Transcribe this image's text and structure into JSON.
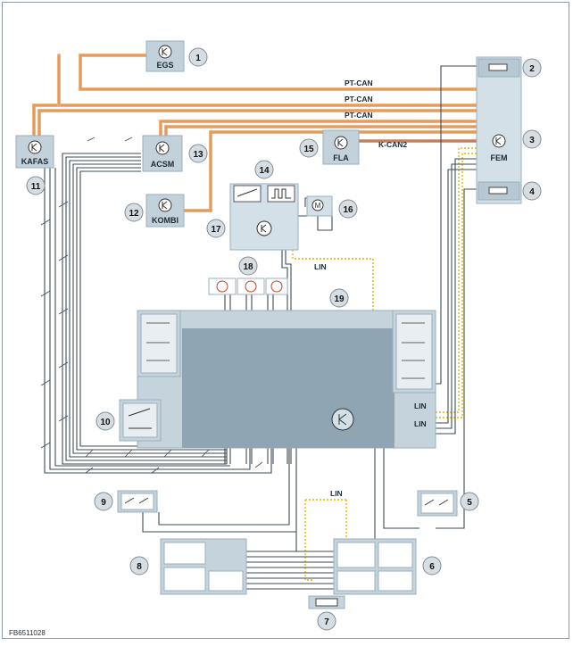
{
  "figure_code": "FB6511028",
  "buses": {
    "ptcan": "PT-CAN",
    "kcan2": "K-CAN2",
    "lin": "LIN"
  },
  "components": {
    "egs": "EGS",
    "kafas": "KAFAS",
    "acsm": "ACSM",
    "kombi": "KOMBI",
    "fla": "FLA",
    "fem": "FEM"
  },
  "callouts": [
    "1",
    "2",
    "3",
    "4",
    "5",
    "6",
    "7",
    "8",
    "9",
    "10",
    "11",
    "12",
    "13",
    "14",
    "15",
    "16",
    "17",
    "18",
    "19"
  ],
  "colors": {
    "pt_can": "#f0a060",
    "k_can2": "#c9806a",
    "lin": "#e6b800",
    "wire": "#3e4b55",
    "module_fill": "#b9c8d2",
    "module_dark": "#8fa5b4"
  }
}
